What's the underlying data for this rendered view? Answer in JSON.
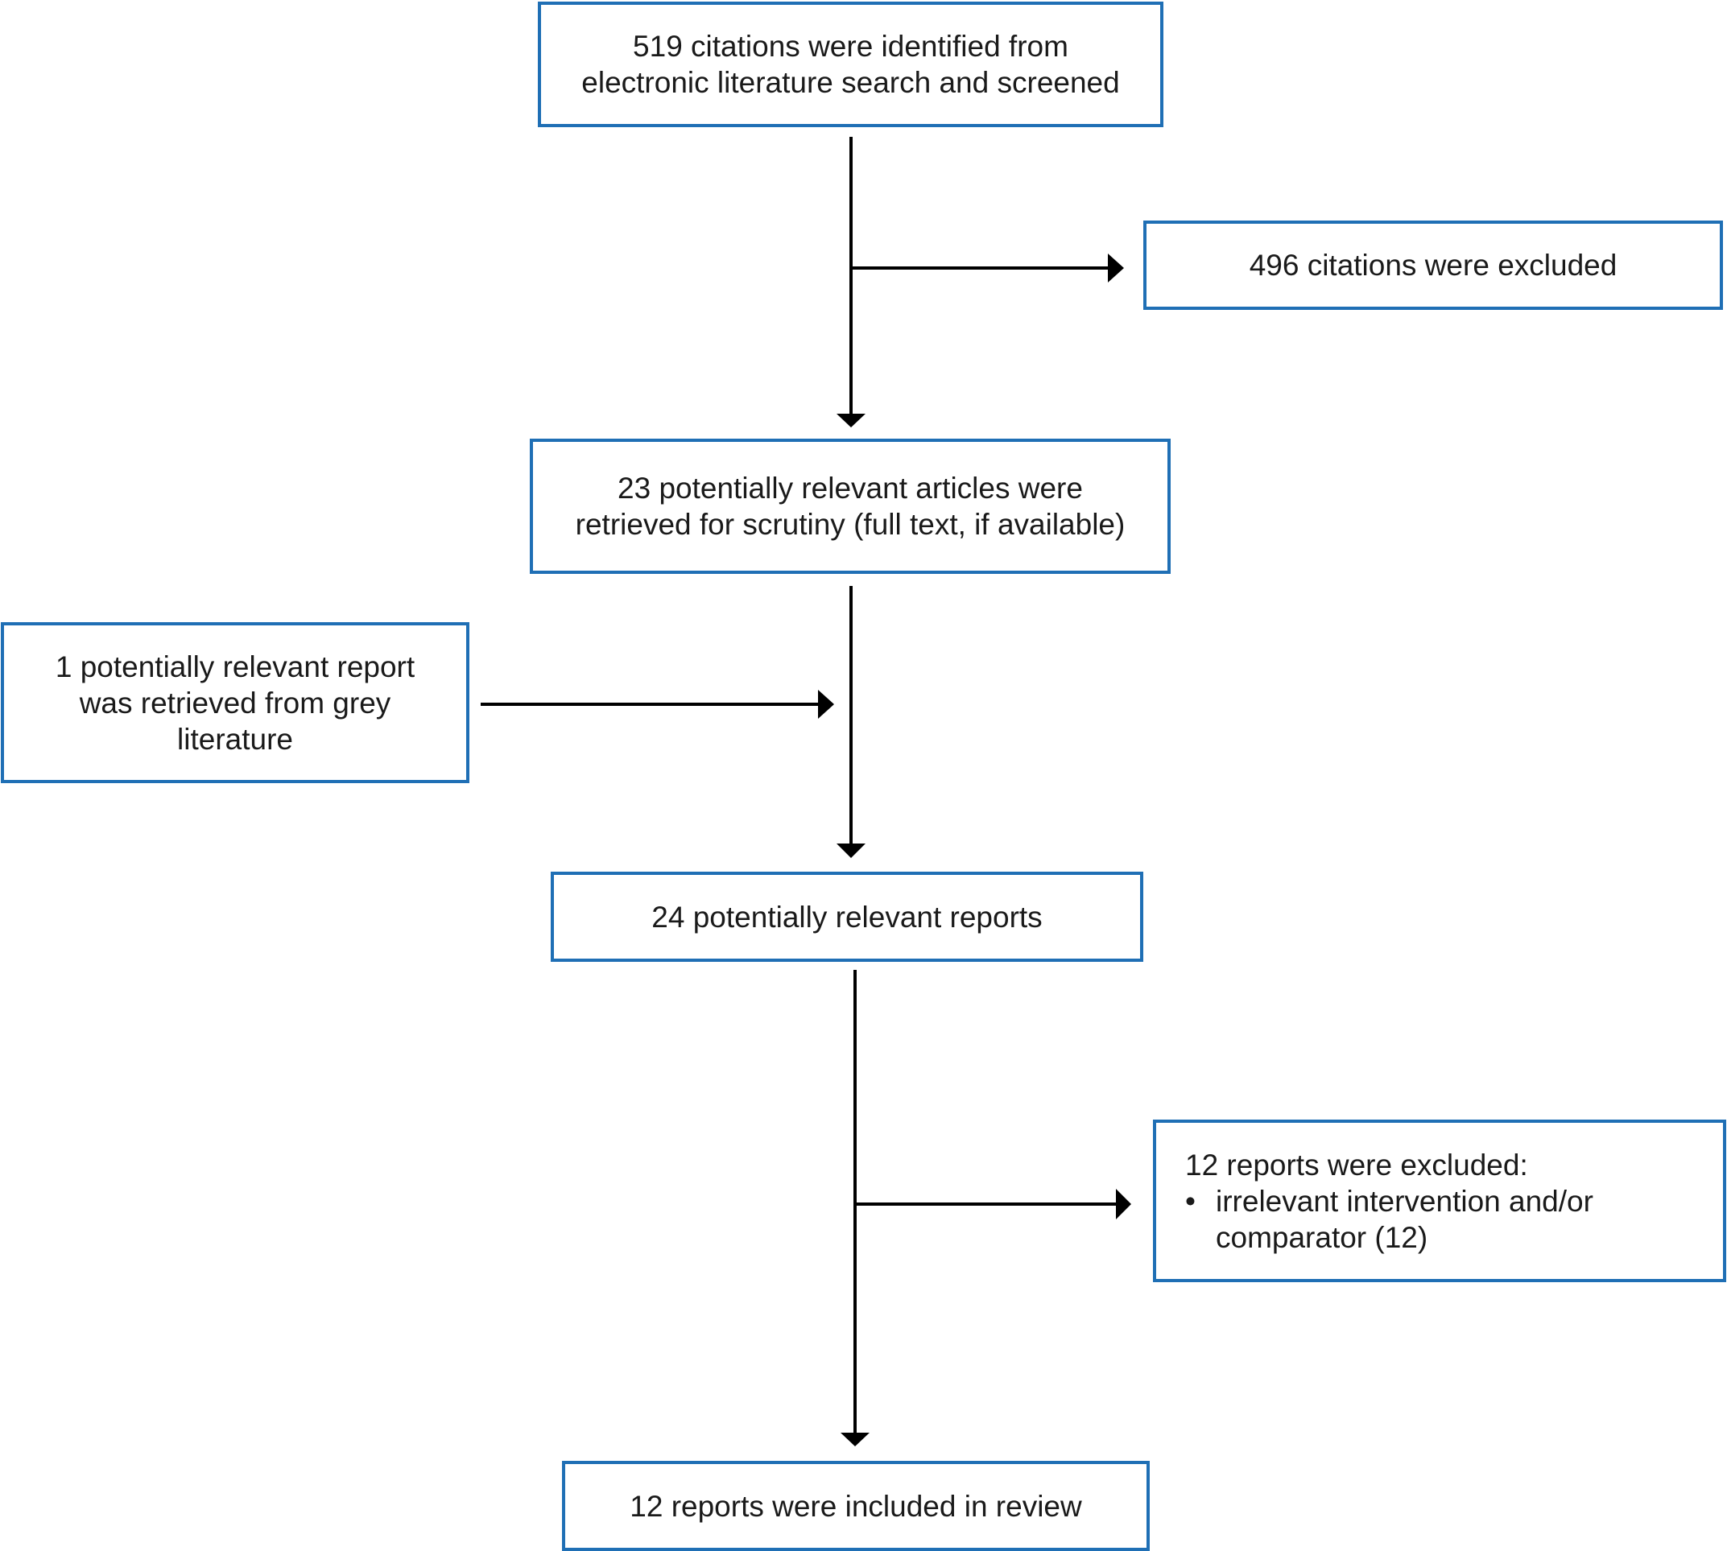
{
  "flow": {
    "identified": {
      "line1": "519 citations were identified from",
      "line2": "electronic literature search and screened"
    },
    "excluded_citations": {
      "line1": "496 citations were excluded"
    },
    "retrieved": {
      "line1": "23 potentially relevant articles were",
      "line2": "retrieved for scrutiny (full text, if available)"
    },
    "grey_literature": {
      "line1": "1 potentially relevant report",
      "line2": "was retrieved from grey",
      "line3": "literature"
    },
    "potential_reports": {
      "line1": "24 potentially relevant reports"
    },
    "excluded_reports": {
      "line1": "12 reports were excluded:",
      "bullet": "•",
      "reason_line1": "irrelevant intervention and/or",
      "reason_line2": "comparator (12)"
    },
    "included": {
      "line1": "12 reports were included in review"
    }
  },
  "colors": {
    "box_border": "#1f6fb5",
    "arrow": "#000000",
    "text": "#1a1a1a"
  }
}
